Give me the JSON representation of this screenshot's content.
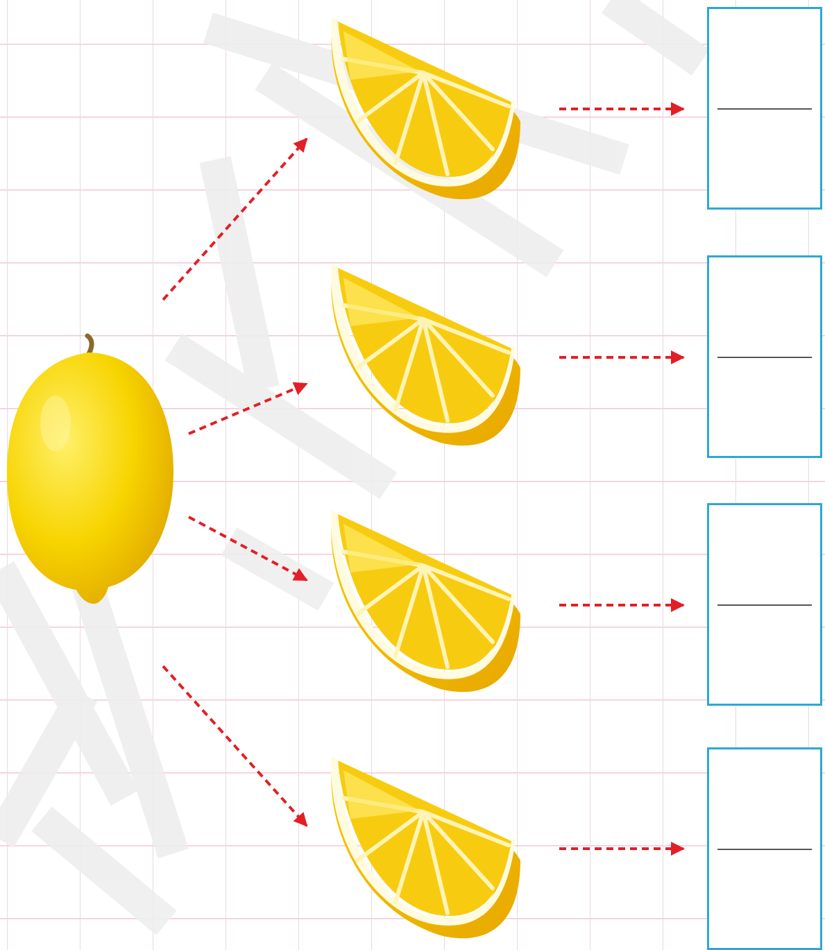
{
  "colors": {
    "grid_vertical": "#ead8e0",
    "grid_horizontal": "#f3c6d6",
    "arrow_red": "#e21f26",
    "box_border": "#2aa8d8",
    "fraction_bar": "#555555",
    "lemon_yellow": "#f5c800",
    "lemon_light": "#fde866",
    "lemon_dark": "#e6a800",
    "stem_brown": "#8a6a2a",
    "watermark_gray": "#eeeeee"
  },
  "diagram": {
    "whole": {
      "name": "whole-lemon",
      "icon": "lemon-icon"
    },
    "pieces": [
      {
        "name": "lemon-slice-1",
        "icon": "lemon-slice-icon",
        "answer": {
          "numerator": "",
          "denominator": ""
        }
      },
      {
        "name": "lemon-slice-2",
        "icon": "lemon-slice-icon",
        "answer": {
          "numerator": "",
          "denominator": ""
        }
      },
      {
        "name": "lemon-slice-3",
        "icon": "lemon-slice-icon",
        "answer": {
          "numerator": "",
          "denominator": ""
        }
      },
      {
        "name": "lemon-slice-4",
        "icon": "lemon-slice-icon",
        "answer": {
          "numerator": "",
          "denominator": ""
        }
      }
    ],
    "arrow_icon": "dashed-arrow-icon"
  }
}
